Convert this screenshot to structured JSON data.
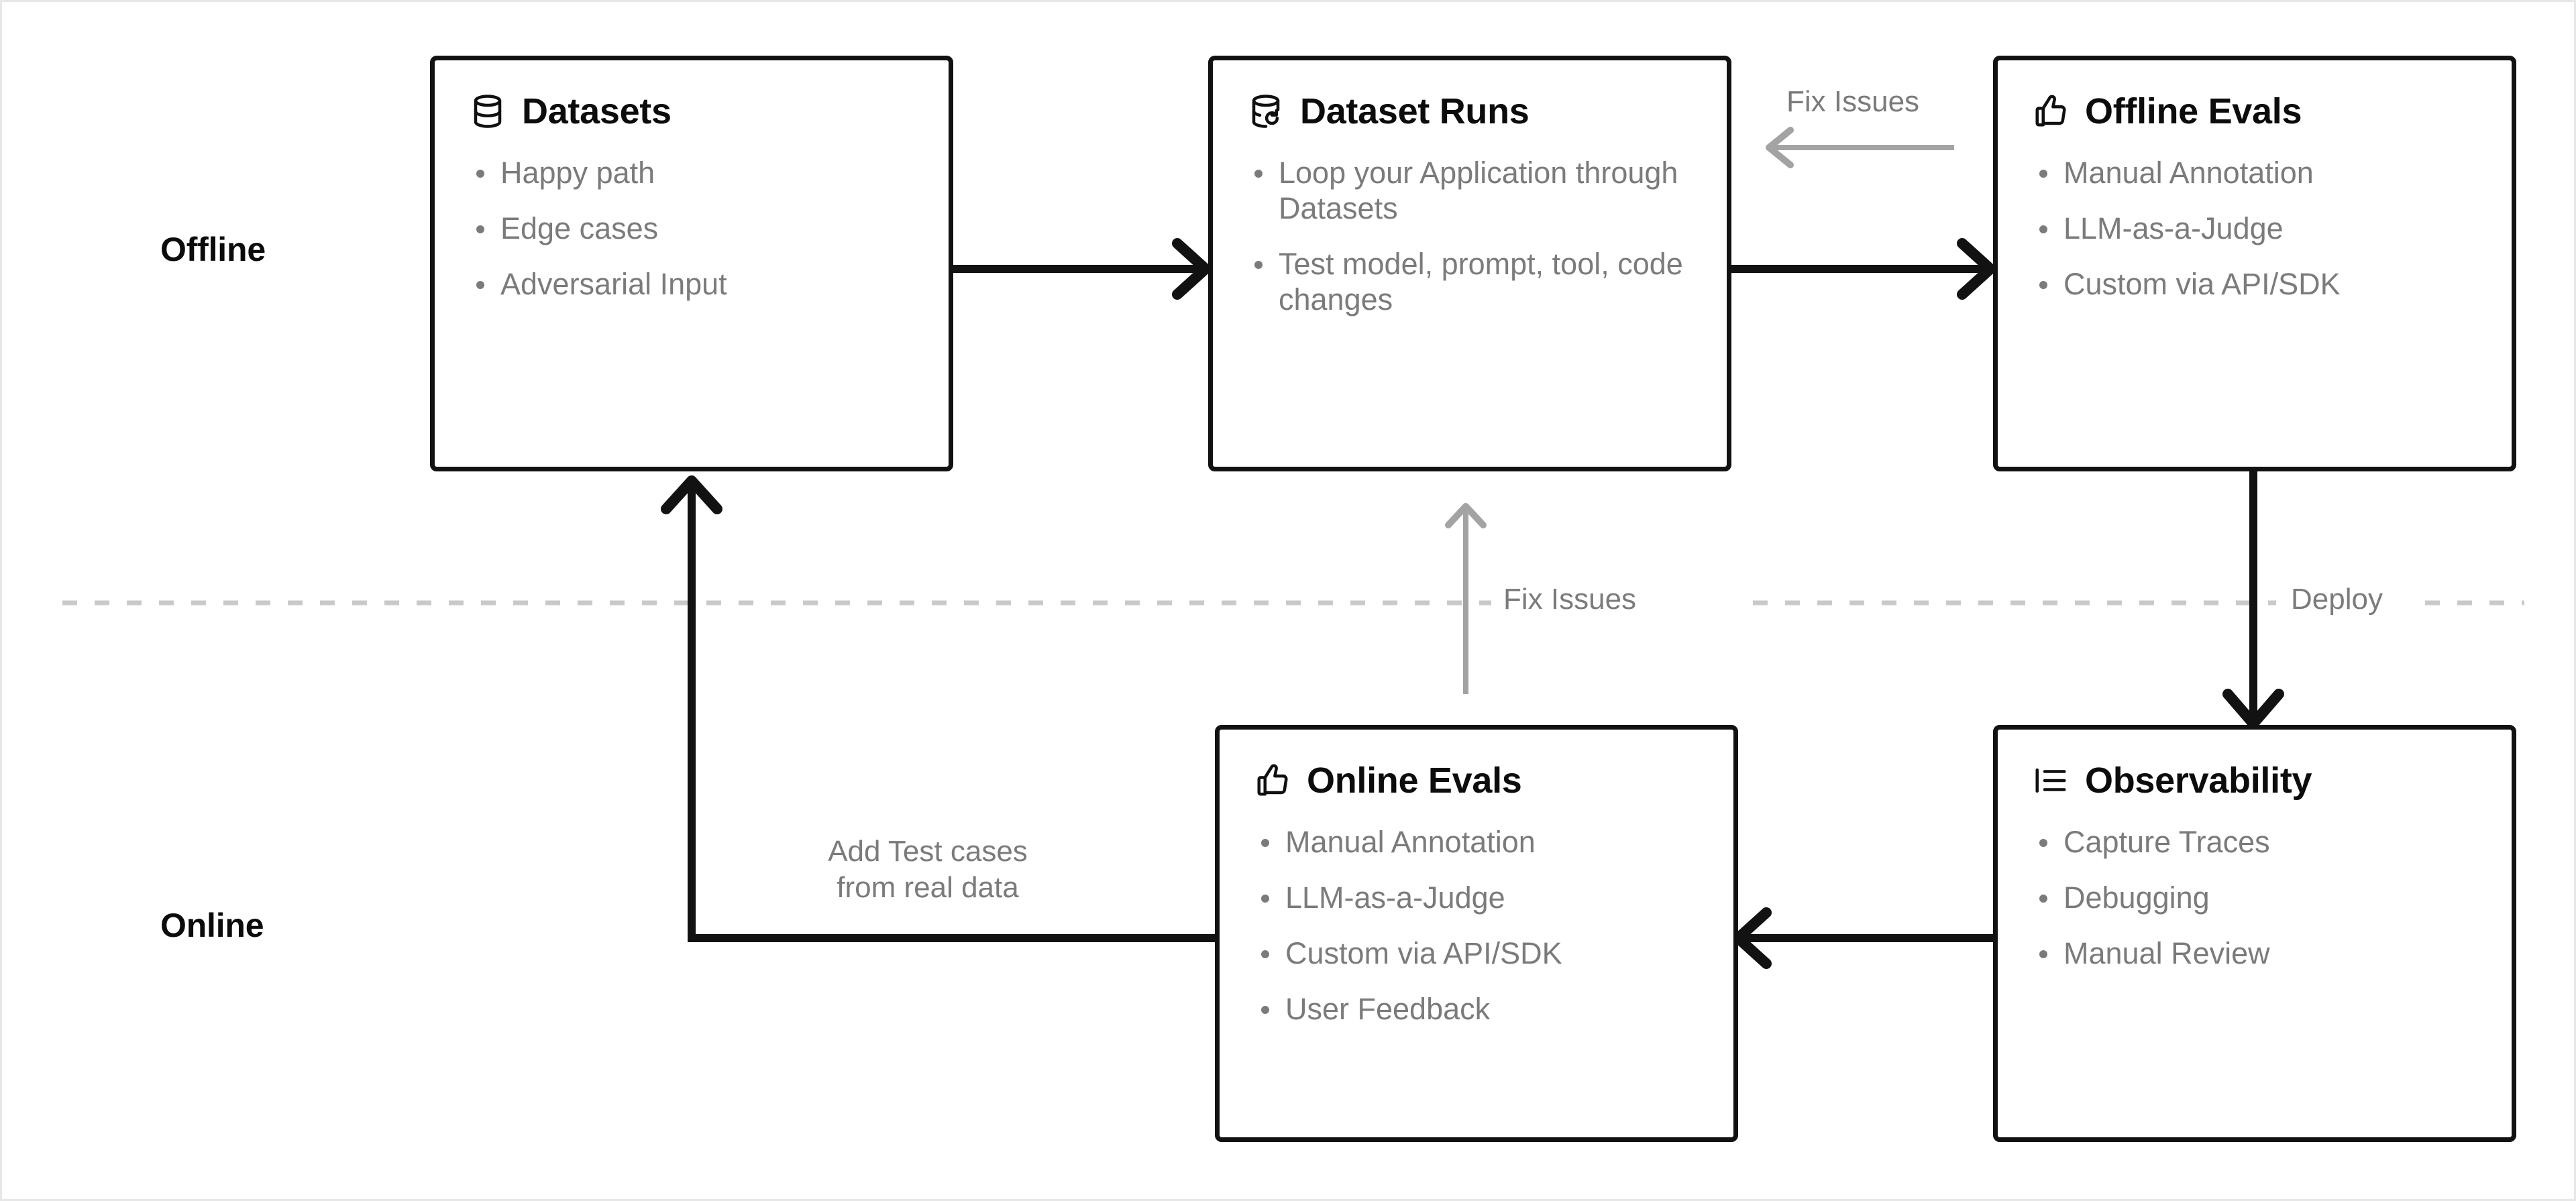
{
  "lanes": {
    "offline": "Offline",
    "online": "Online"
  },
  "divider": {
    "fix_issues_label": "Fix Issues",
    "deploy_label": "Deploy"
  },
  "edges": {
    "top_fix_issues_label": "Fix Issues",
    "add_test_cases_label": "Add Test cases\nfrom real data",
    "vertical_fix_issues_label": "Fix Issues"
  },
  "nodes": [
    {
      "id": "datasets",
      "title": "Datasets",
      "icon": "database-icon",
      "bullets": [
        "Happy path",
        "Edge cases",
        "Adversarial Input"
      ]
    },
    {
      "id": "dataset-runs",
      "title": "Dataset Runs",
      "icon": "database-refresh-icon",
      "bullets": [
        "Loop your Application through Datasets",
        "Test model, prompt, tool, code changes"
      ]
    },
    {
      "id": "offline-evals",
      "title": "Offline Evals",
      "icon": "thumbs-up-icon",
      "bullets": [
        "Manual Annotation",
        "LLM-as-a-Judge",
        "Custom via API/SDK"
      ]
    },
    {
      "id": "online-evals",
      "title": "Online Evals",
      "icon": "thumbs-up-icon",
      "bullets": [
        "Manual Annotation",
        "LLM-as-a-Judge",
        "Custom via API/SDK",
        "User Feedback"
      ]
    },
    {
      "id": "observability",
      "title": "Observability",
      "icon": "list-indent-icon",
      "bullets": [
        "Capture Traces",
        "Debugging",
        "Manual Review"
      ]
    }
  ],
  "colors": {
    "node_border": "#121212",
    "node_title": "#0c0c0c",
    "bullet_text": "#7b7b7b",
    "arrow_primary": "#121212",
    "arrow_secondary": "#a3a3a3",
    "divider": "#c9c9c9",
    "canvas_border": "#e7e7e7",
    "background": "#ffffff"
  }
}
